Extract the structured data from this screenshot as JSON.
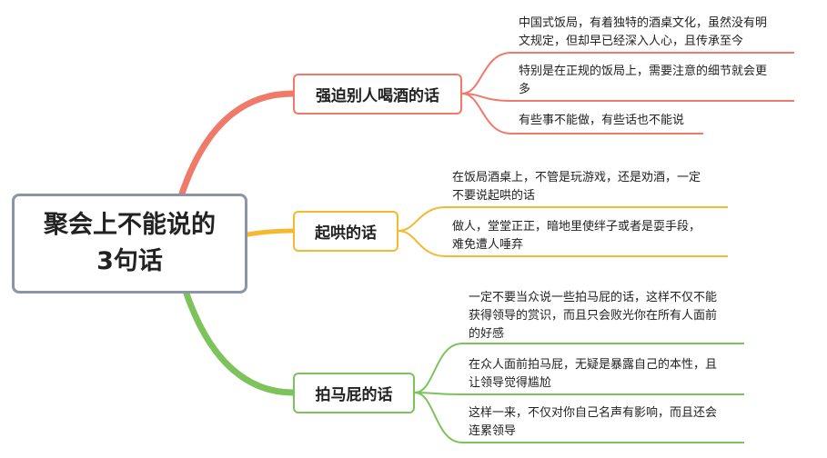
{
  "root": {
    "lines": [
      "聚会上不能说的",
      "3句话"
    ]
  },
  "branches": [
    {
      "label": "强迫别人喝酒的话",
      "color": "#f07a6a",
      "leaves": [
        {
          "lines": [
            "中国式饭局，有着独特的酒桌文化，虽然没有明",
            "文规定，但却早已经深入人心，且传承至今"
          ]
        },
        {
          "lines": [
            "特别是在正规的饭局上，需要注意的细节就会更",
            "多"
          ]
        },
        {
          "lines": [
            "有些事不能做，有些话也不能说"
          ]
        }
      ]
    },
    {
      "label": "起哄的话",
      "color": "#f5b82e",
      "leaves": [
        {
          "lines": [
            "在饭局酒桌上，不管是玩游戏，还是劝酒，一定",
            "不要说起哄的话"
          ]
        },
        {
          "lines": [
            "做人，堂堂正正，暗地里使绊子或者是耍手段，",
            "难免遭人唾弃"
          ]
        }
      ]
    },
    {
      "label": "拍马屁的话",
      "color": "#7cc35c",
      "leaves": [
        {
          "lines": [
            "一定不要当众说一些拍马屁的话，这样不仅不能",
            "获得领导的赏识，而且只会败光你在所有人面前",
            "的好感"
          ]
        },
        {
          "lines": [
            "在众人面前拍马屁，无疑是暴露自己的本性，且",
            "让领导觉得尴尬"
          ]
        },
        {
          "lines": [
            "这样一来，不仅对你自己名声有影响，而且还会",
            "连累领导"
          ]
        }
      ]
    }
  ]
}
